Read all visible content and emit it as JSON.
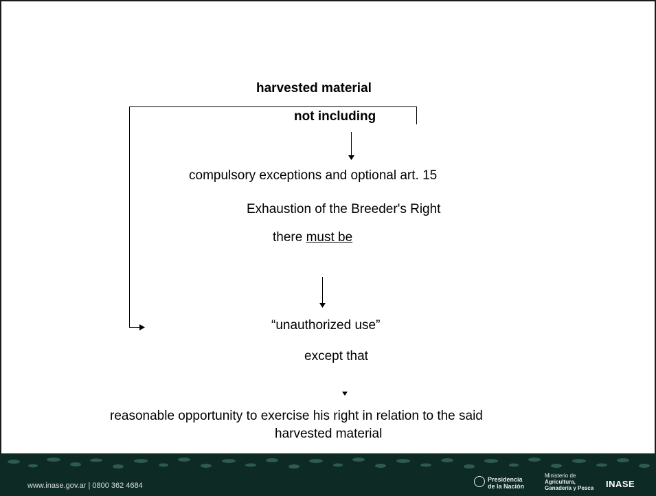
{
  "diagram": {
    "title": "harvested material",
    "not_including": "not including",
    "compulsory": "compulsory exceptions and optional art. 15",
    "exhaustion": "Exhaustion of the Breeder's Right",
    "there": "there",
    "must_be": "must be",
    "unauthorized": "“unauthorized use”",
    "except_that": "except that",
    "reasonable_line1": "reasonable opportunity to exercise his right in relation to the said",
    "reasonable_line2": "harvested material"
  },
  "footer": {
    "contact": "www.inase.gov.ar | 0800 362 4684",
    "presidencia_line1": "Presidencia",
    "presidencia_line2": "de la Nación",
    "ministerio_line1": "Ministerio de",
    "ministerio_line2": "Agricultura,",
    "ministerio_line3": "Ganadería y Pesca",
    "logo": "INASE"
  },
  "colors": {
    "footer_bg": "#0e2a25",
    "footer_pattern": "#2f5a4e",
    "text": "#000000"
  }
}
